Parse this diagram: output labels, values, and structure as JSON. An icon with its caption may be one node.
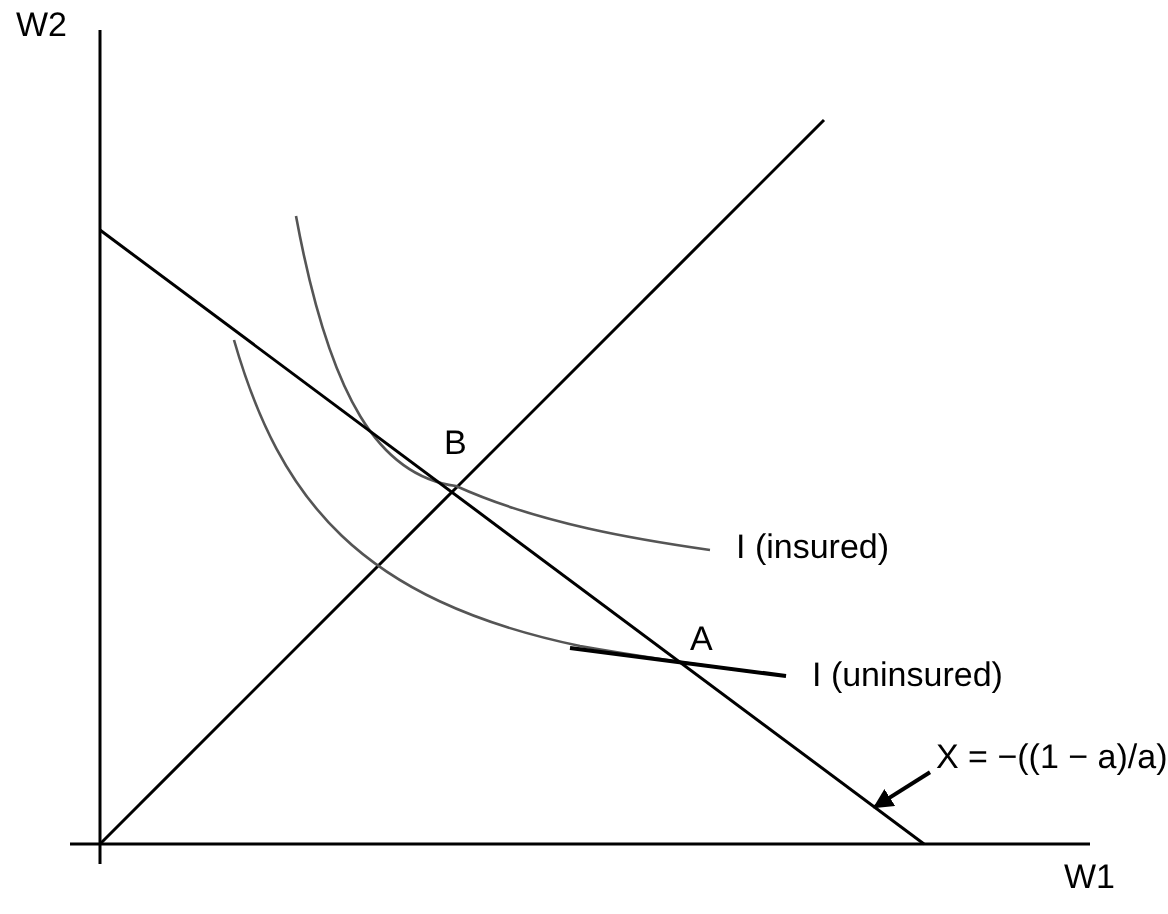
{
  "diagram": {
    "nodes": [
      {
        "text": [
          "X = −((1 − a)/a)"
        ]
      },
      {
        "text": [],
        "shape": "line"
      }
    ],
    "edges": [
      {
        "from": 0,
        "to": 1,
        "arrow": "to"
      }
    ],
    "labels": [
      "W2",
      "B",
      "I (insured)",
      "A",
      "I (uninsured)",
      "W1"
    ]
  }
}
